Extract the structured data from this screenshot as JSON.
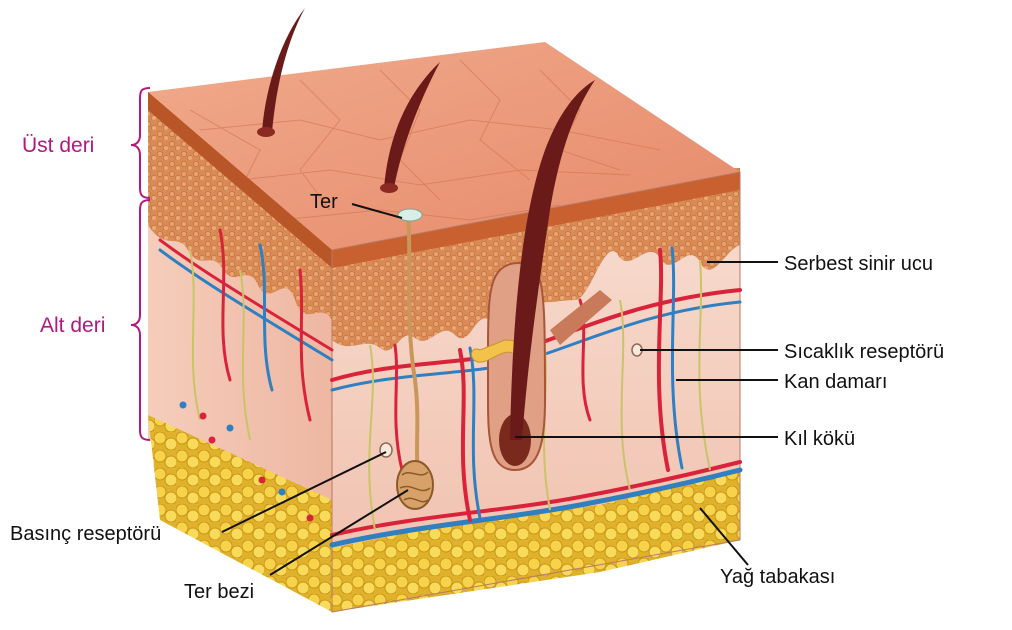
{
  "layers": {
    "epidermis": "Üst deri",
    "dermis": "Alt deri"
  },
  "labels": {
    "sweat_pore": "Ter",
    "free_nerve_ending": "Serbest sinir ucu",
    "heat_receptor": "Sıcaklık reseptörü",
    "blood_vessel": "Kan damarı",
    "hair_root": "Kıl kökü",
    "pressure_receptor": "Basınç reseptörü",
    "sweat_gland": "Ter bezi",
    "fat_layer": "Yağ tabakası"
  },
  "colors": {
    "layer_label": "#b0197e",
    "skin_top": "#e9987a",
    "epidermis": "#d9814d",
    "dermis": "#f6d4c4",
    "fat": "#f2c835",
    "hair": "#6b1a1a",
    "artery": "#d9233a",
    "vein": "#2f7fc1",
    "nerve": "#c9c46a"
  }
}
